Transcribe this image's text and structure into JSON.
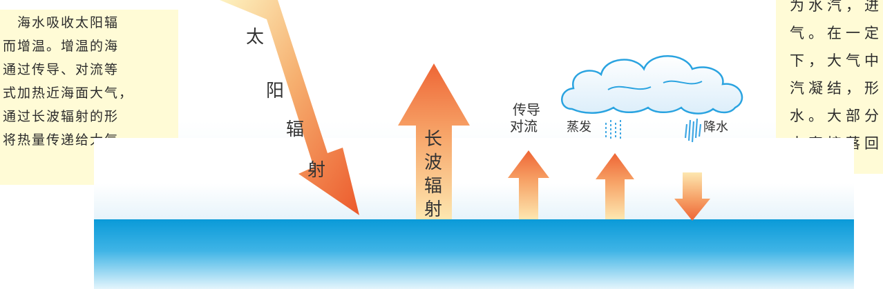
{
  "left_text": [
    "　海水吸收太阳辐",
    "而增温。增温的海",
    "通过传导、对流等",
    "式加热近海面大气，",
    "通过长波辐射的形",
    "将热量传递给大气。"
  ],
  "right_text": [
    "为水汽，进",
    "气。在一定",
    "下，大气中",
    "汽凝结，形",
    "水。大部分",
    "水直接落回"
  ],
  "labels": {
    "solar_1": "太",
    "solar_2": "阳",
    "solar_3": "辐",
    "solar_4": "射",
    "longwave_1": "长",
    "longwave_2": "波",
    "longwave_3": "辐",
    "longwave_4": "射",
    "conduction_1": "传导",
    "conduction_2": "对流",
    "evaporation": "蒸发",
    "precipitation": "降水"
  },
  "colors": {
    "ocean_top": "#0a9ad8",
    "ocean_bottom": "#dff3fb",
    "sky": "#eaf5fb",
    "arrow_orange": "#ef6a3a",
    "arrow_pale": "#fbe3b0",
    "text_box": "#fffbd6",
    "cloud_outline": "#2aa3e0",
    "rain": "#3fa7e3"
  }
}
